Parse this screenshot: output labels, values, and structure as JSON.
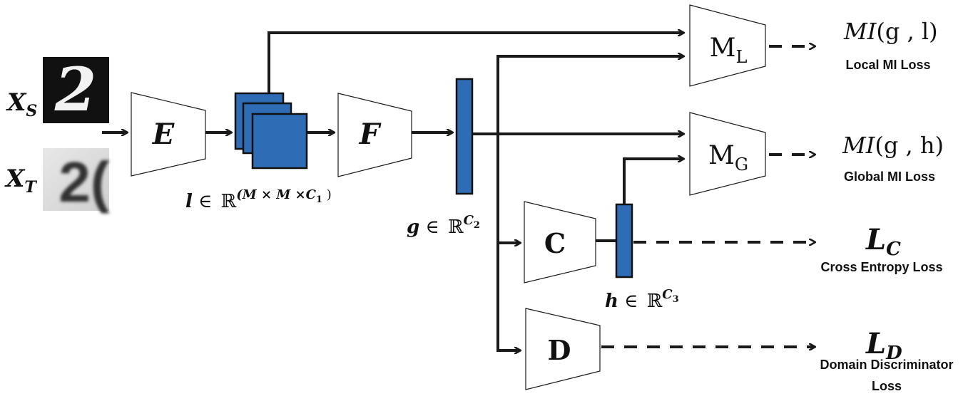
{
  "inputs": {
    "source_label": "X",
    "source_sub": "S",
    "target_label": "X",
    "target_sub": "T",
    "source_digit": "2",
    "target_digits": "2("
  },
  "blocks": {
    "encoder": "E",
    "feature": "F",
    "classifier": "C",
    "discriminator": "D",
    "local_mi": "M",
    "local_mi_sub": "L",
    "global_mi": "M",
    "global_mi_sub": "G"
  },
  "annotations": {
    "l_var": "l",
    "l_in": " ∈ ",
    "l_set": "ℝ",
    "l_exp": "(M × M ×C",
    "l_exp_sub": "1",
    "l_exp_end": " )",
    "g_var": "g",
    "g_in": " ∈ ",
    "g_set": "ℝ",
    "g_exp": "C",
    "g_exp_sub": "2",
    "h_var": "h",
    "h_in": " ∈ ",
    "h_set": "ℝ",
    "h_exp": "C",
    "h_exp_sub": "3"
  },
  "outputs": {
    "local_mi_formula_mi": "MI",
    "local_mi_formula_args": "(g , l)",
    "local_mi_caption": "Local MI Loss",
    "global_mi_formula_mi": "MI",
    "global_mi_formula_args": "(g , h)",
    "global_mi_caption": "Global MI Loss",
    "ce_label": "L",
    "ce_sub": "C",
    "ce_caption": "Cross Entropy Loss",
    "dd_label": "L",
    "dd_sub": "D",
    "dd_caption_line1": "Domain Discriminator",
    "dd_caption_line2": "Loss"
  },
  "colors": {
    "feature_blue": "#2e6db5",
    "line": "#1a1a1a",
    "image_dark": "#111111"
  }
}
